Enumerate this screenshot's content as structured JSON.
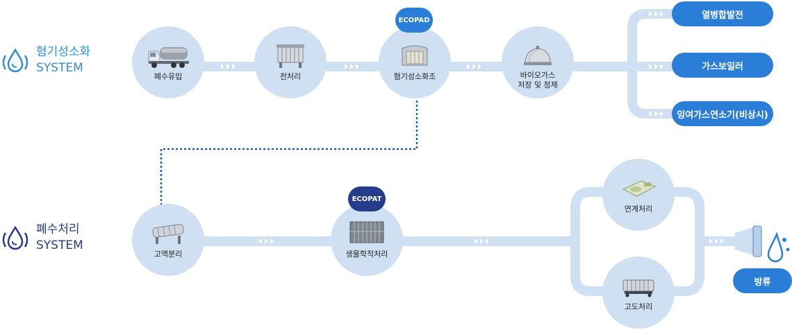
{
  "systems": {
    "top": {
      "line1": "혐기성소화",
      "line2": "SYSTEM"
    },
    "bottom": {
      "line1": "폐수처리",
      "line2": "SYSTEM"
    }
  },
  "nodes": {
    "wastewater_inflow": "폐수유입",
    "pretreatment": "전처리",
    "anaerobic_digester": "혐기성소화조",
    "biogas_line1": "바이오가스",
    "biogas_line2": "저장 및 정제",
    "solid_liquid_separation": "고액분리",
    "biological_treatment": "생물학적처리",
    "linked_treatment": "연계처리",
    "advanced_treatment": "고도처리"
  },
  "badges": {
    "ecopad": "ECOPAD",
    "ecopat": "ECOPAT"
  },
  "outputs": {
    "power": "열병합발전",
    "boiler": "가스보일러",
    "flare": "잉여가스연소기(비상시)",
    "discharge": "방류"
  },
  "colors": {
    "line": "#cfe0f2",
    "node": "#cfe0f2",
    "pill": "#2b7ed8",
    "badge_top": "#2b7ed8",
    "badge_bottom": "#253b8c",
    "dotted": "#1f5fae"
  }
}
